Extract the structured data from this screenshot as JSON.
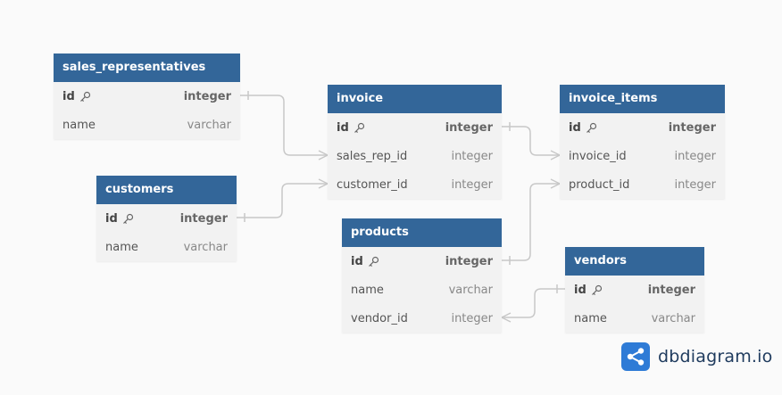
{
  "brand": {
    "name": "dbdiagram.io",
    "accent": "#2e7bd6",
    "header_color": "#336699"
  },
  "tables": {
    "sales_representatives": {
      "name": "sales_representatives",
      "fields": [
        {
          "name": "id",
          "type": "integer",
          "pk": true
        },
        {
          "name": "name",
          "type": "varchar",
          "pk": false
        }
      ]
    },
    "customers": {
      "name": "customers",
      "fields": [
        {
          "name": "id",
          "type": "integer",
          "pk": true
        },
        {
          "name": "name",
          "type": "varchar",
          "pk": false
        }
      ]
    },
    "invoice": {
      "name": "invoice",
      "fields": [
        {
          "name": "id",
          "type": "integer",
          "pk": true
        },
        {
          "name": "sales_rep_id",
          "type": "integer",
          "pk": false
        },
        {
          "name": "customer_id",
          "type": "integer",
          "pk": false
        }
      ]
    },
    "invoice_items": {
      "name": "invoice_items",
      "fields": [
        {
          "name": "id",
          "type": "integer",
          "pk": true
        },
        {
          "name": "invoice_id",
          "type": "integer",
          "pk": false
        },
        {
          "name": "product_id",
          "type": "integer",
          "pk": false
        }
      ]
    },
    "products": {
      "name": "products",
      "fields": [
        {
          "name": "id",
          "type": "integer",
          "pk": true
        },
        {
          "name": "name",
          "type": "varchar",
          "pk": false
        },
        {
          "name": "vendor_id",
          "type": "integer",
          "pk": false
        }
      ]
    },
    "vendors": {
      "name": "vendors",
      "fields": [
        {
          "name": "id",
          "type": "integer",
          "pk": true
        },
        {
          "name": "name",
          "type": "varchar",
          "pk": false
        }
      ]
    }
  },
  "relationships": [
    {
      "from": "sales_representatives.id",
      "to": "invoice.sales_rep_id",
      "type": "one-to-many"
    },
    {
      "from": "customers.id",
      "to": "invoice.customer_id",
      "type": "one-to-many"
    },
    {
      "from": "invoice.id",
      "to": "invoice_items.invoice_id",
      "type": "one-to-many"
    },
    {
      "from": "products.id",
      "to": "invoice_items.product_id",
      "type": "one-to-many"
    },
    {
      "from": "vendors.id",
      "to": "products.vendor_id",
      "type": "one-to-many"
    }
  ]
}
